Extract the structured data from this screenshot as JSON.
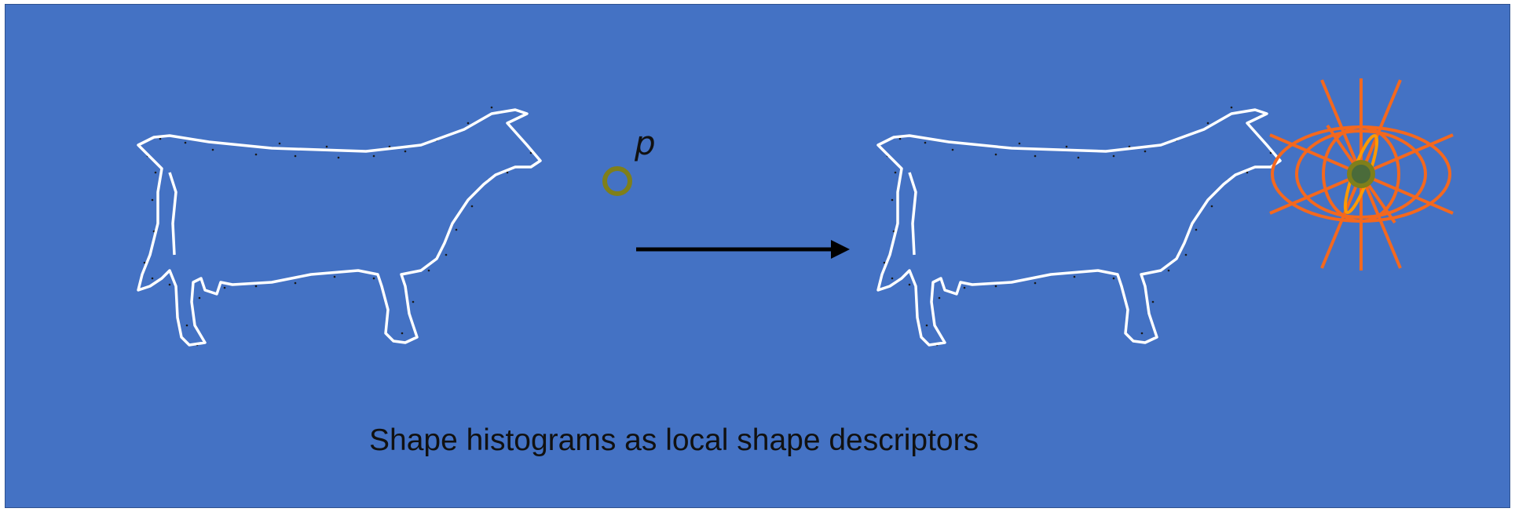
{
  "caption": "Shape histograms as local shape descriptors",
  "point_label": "p",
  "colors": {
    "background": "#4472c4",
    "outline": "#ffffff",
    "sample_point_ring": "#7f7f1a",
    "histogram_bins": "#f4681e",
    "arrow": "#000000"
  },
  "icons": [
    "cow-outline-left",
    "cow-outline-right",
    "arrow-right-icon",
    "point-marker-icon",
    "shape-context-histogram-icon"
  ]
}
